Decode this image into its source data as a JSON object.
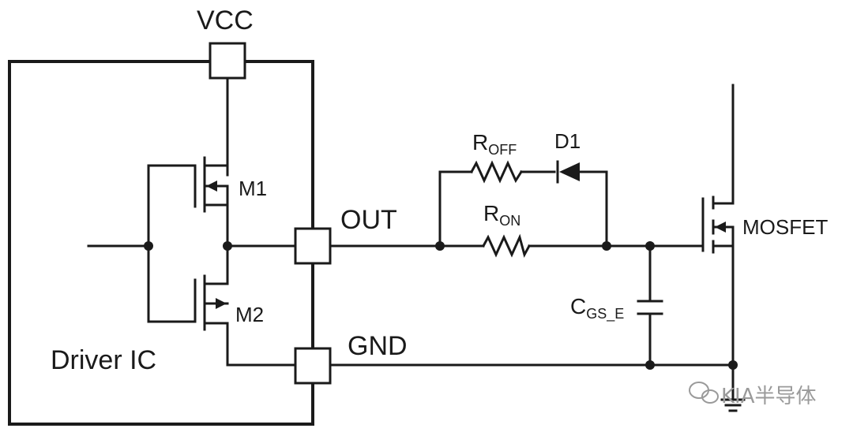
{
  "labels": {
    "vcc": "VCC",
    "m1": "M1",
    "m2": "M2",
    "driver_ic": "Driver IC",
    "out": "OUT",
    "gnd": "GND",
    "r_off_main": "R",
    "r_off_sub": "OFF",
    "d1": "D1",
    "r_on_main": "R",
    "r_on_sub": "ON",
    "mosfet": "MOSFET",
    "cgs_main": "C",
    "cgs_sub": "GS_E"
  },
  "watermark": "KIA半导体",
  "icons": [
    "wechat-icon",
    "ground-symbol-icon"
  ]
}
